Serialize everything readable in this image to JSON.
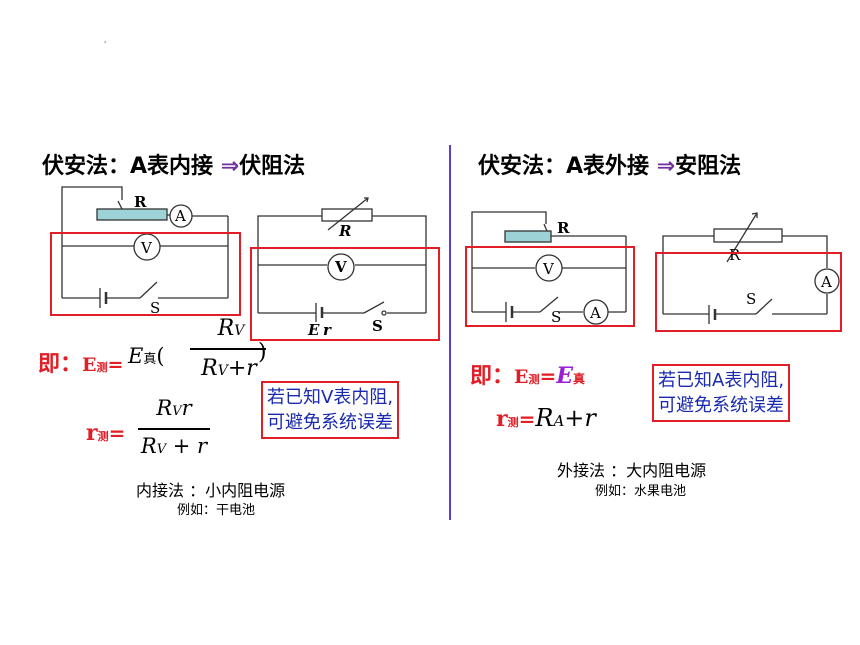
{
  "left": {
    "heading": "伏安法：A表内接",
    "heading_method": "伏阻法",
    "formula_prefix": "即：",
    "E_meas": "E",
    "meas_sub": "测",
    "equals": "=",
    "E_true": "E",
    "true_sub": "真",
    "paren_open": "(",
    "paren_close": ")",
    "frac1_num": "R",
    "frac1_num_sub": "V",
    "frac1_den": "R",
    "frac1_den_sub": "V",
    "frac1_den_tail": "+r",
    "r_label": "r",
    "r_sub": "测",
    "frac2_num": "R",
    "frac2_num_sub": "V",
    "frac2_num_tail": "r",
    "frac2_den": "R",
    "frac2_den_sub": "V",
    "frac2_den_tail": " + r",
    "note_line1": "若已知V表内阻,",
    "note_line2": "可避免系统误差",
    "method_line": "内接法 ：小内阻电源",
    "example_line": "例如：干电池"
  },
  "right": {
    "heading": "伏安法：A表外接",
    "heading_method": "安阻法",
    "formula_prefix": "即：",
    "E_meas": "E",
    "meas_sub": "测",
    "equals": "=",
    "E_true": "E",
    "true_sub": "真",
    "r_label": "r",
    "r_sub": "测",
    "r_expr_R": "R",
    "r_expr_sub": "A",
    "r_expr_tail": "+r",
    "note_line1": "若已知A表内阻,",
    "note_line2": "可避免系统误差",
    "method_line": "外接法 ：大内阻电源",
    "example_line": "例如：水果电池"
  },
  "circuit_labels": {
    "R": "R",
    "A": "A",
    "V": "V",
    "S": "S",
    "E": "E",
    "r": "r"
  },
  "arrow_glyph": "⇒",
  "top_mark": "'",
  "colors": {
    "red": "#e11d26",
    "blue_text": "#1a2ab0",
    "purple": "#7030a0",
    "divider": "#5b3fd0",
    "rheostat_fill": "#9dd3d6"
  }
}
